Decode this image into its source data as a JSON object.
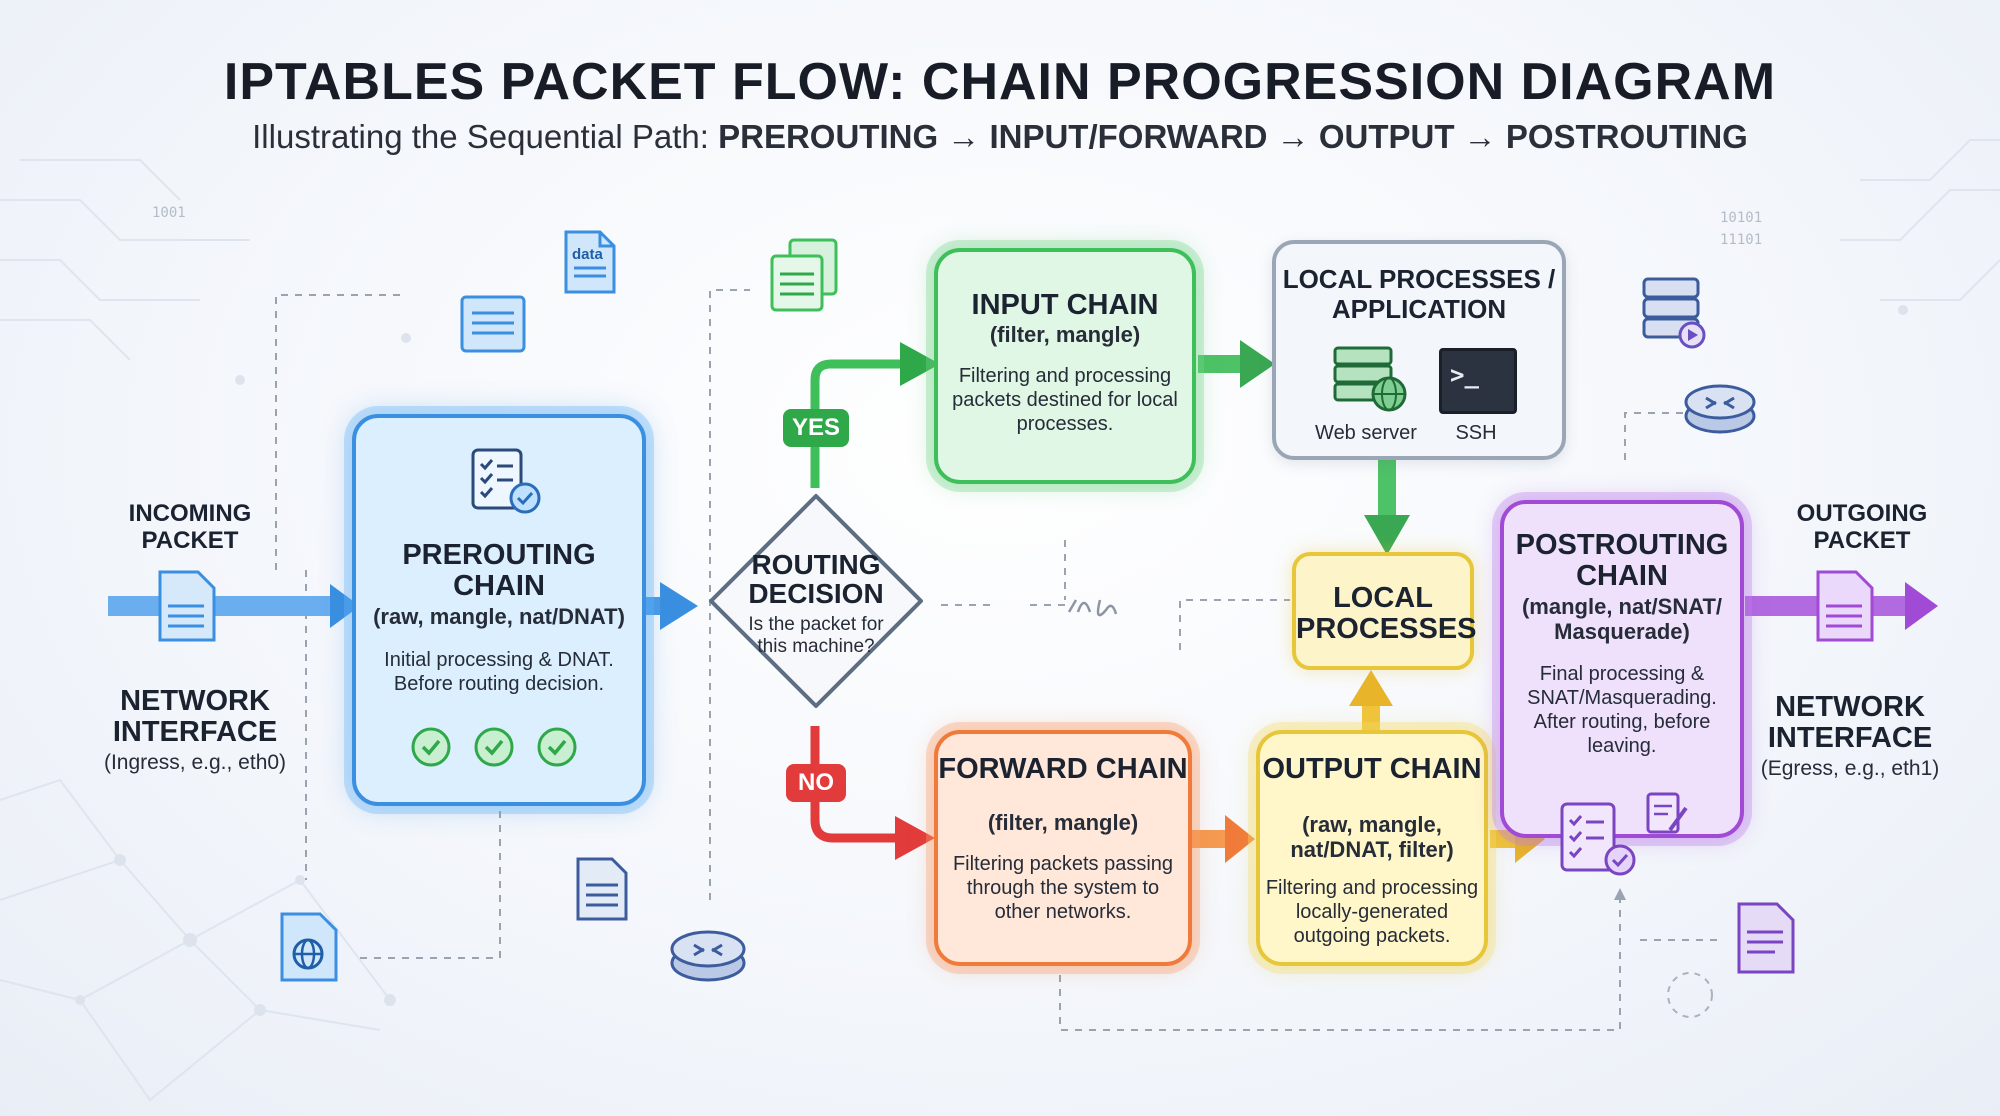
{
  "header": {
    "title": "IPTABLES PACKET FLOW: CHAIN PROGRESSION DIAGRAM",
    "subtitle_prefix": "Illustrating the Sequential Path: ",
    "subtitle_path": "PREROUTING → INPUT/FORWARD → OUTPUT → POSTROUTING"
  },
  "ingress": {
    "incoming_label": "INCOMING PACKET",
    "interface_label": "NETWORK INTERFACE",
    "interface_sub": "(Ingress, e.g., eth0)"
  },
  "egress": {
    "outgoing_label": "OUTGOING PACKET",
    "interface_label": "NETWORK INTERFACE",
    "interface_sub": "(Egress, e.g., eth1)"
  },
  "prerouting": {
    "title": "PREROUTING CHAIN",
    "tables": "(raw, mangle, nat/DNAT)",
    "desc": "Initial processing & DNAT. Before routing decision."
  },
  "routing": {
    "title": "ROUTING DECISION",
    "question": "Is the packet for this machine?",
    "yes": "YES",
    "no": "NO"
  },
  "input": {
    "title": "INPUT CHAIN",
    "tables": "(filter, mangle)",
    "desc": "Filtering and processing packets destined for local processes."
  },
  "local_app": {
    "title": "LOCAL PROCESSES / APPLICATION",
    "web_label": "Web server",
    "ssh_label": "SSH"
  },
  "local_processes": {
    "title": "LOCAL PROCESSES"
  },
  "forward": {
    "title": "FORWARD CHAIN",
    "tables": "(filter, mangle)",
    "desc": "Filtering packets passing through the system to other networks."
  },
  "output": {
    "title": "OUTPUT CHAIN",
    "tables": "(raw, mangle, nat/DNAT, filter)",
    "desc": "Filtering and processing locally-generated outgoing packets."
  },
  "postrouting": {
    "title": "POSTROUTING CHAIN",
    "tables": "(mangle, nat/SNAT/ Masquerade)",
    "desc": "Final processing & SNAT/Masquerading. After routing, before leaving."
  },
  "icons": {
    "data_doc_label": "data",
    "terminal_prompt": ">_",
    "binary_1": "1001",
    "binary_2": "10101",
    "binary_3": "11101"
  },
  "colors": {
    "prerouting": "#3b8fe0",
    "input": "#3fbf5a",
    "forward": "#f07a3a",
    "output": "#e8c63a",
    "postrouting": "#a04ad6",
    "routing": "#6b7a8c",
    "yes": "#2fa84a",
    "no": "#e23b3b"
  }
}
